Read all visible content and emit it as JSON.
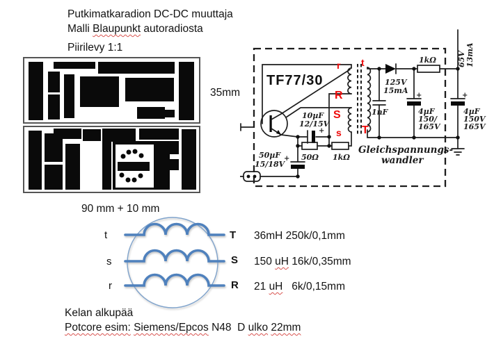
{
  "title_line1": "Putkimatkaradion DC-DC muuttaja",
  "title_line2": {
    "pre": "Malli ",
    "brand": "Blaupunkt",
    "post": " autoradiosta"
  },
  "pcb_label": "Piirilevy 1:1",
  "width_label": "35mm",
  "length_label": "90 mm + 10 mm",
  "schematic": {
    "transistor_type": "TF77/30",
    "c1_value": "10µF",
    "c1_voltage": "12/15V",
    "c2_value": "50µF",
    "c2_voltage": "15/18V",
    "r1_value": "50Ω",
    "r2_value": "1kΩ",
    "diode_rating_v": "125V",
    "diode_rating_i": "15mA",
    "r3_value": "1kΩ",
    "c3_value": "1nF",
    "c4_value": "4µF",
    "c4_v1": "150/",
    "c4_v2": "165V",
    "c5_value": "4µF",
    "c5_v1": "150V",
    "c5_v2": "165V",
    "out_v": "65V",
    "out_i": "13mA",
    "caption1": "Gleichspannungs-",
    "caption2": "wandler",
    "plus": "+",
    "w_r": "r",
    "w_t": "t",
    "w_R": "R",
    "w_S": "S",
    "w_s": "s",
    "w_T": "T"
  },
  "windings": {
    "rows": [
      {
        "left": "t",
        "right": "T",
        "spec_pre": "36mH 250k/0,1mm",
        "spec_unit": "",
        "spec_post": ""
      },
      {
        "left": "s",
        "right": "S",
        "spec_pre": "150 ",
        "spec_unit": "uH",
        "spec_post": " 16k/0,35mm"
      },
      {
        "left": "r",
        "right": "R",
        "spec_pre": "21 ",
        "spec_unit": "uH",
        "spec_post": "   6k/0,15mm"
      }
    ]
  },
  "footer": {
    "line1": "Kelan alkupää",
    "line2": [
      {
        "text": "Potcore esim:"
      },
      {
        "text": " "
      },
      {
        "text": "Siemens/Epcos"
      },
      {
        "text": " N48  D "
      },
      {
        "text": "ulko"
      },
      {
        "text": " "
      },
      {
        "text": "22mm"
      }
    ]
  }
}
